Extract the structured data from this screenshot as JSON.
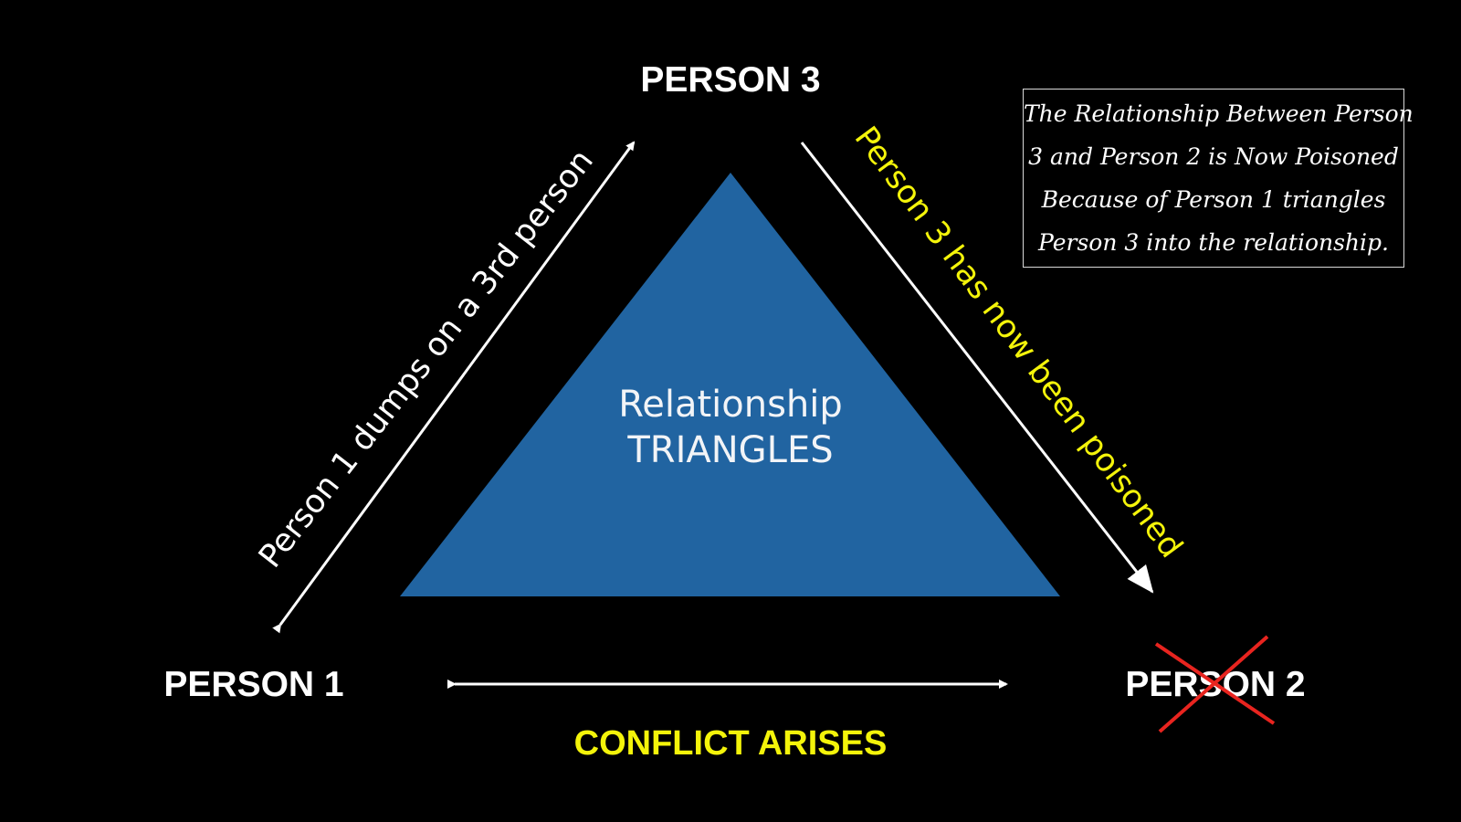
{
  "diagram": {
    "nodes": {
      "person3": "PERSON 3",
      "person1": "PERSON 1",
      "person2": "PERSON 2"
    },
    "center": {
      "line1": "Relationship",
      "line2": "TRIANGLES"
    },
    "edges": {
      "person1_to_person3": "Person 1 dumps on a 3rd person",
      "person3_to_person2": "Person 3 has now been poisoned",
      "person1_to_person2": "CONFLICT ARISES"
    },
    "note": {
      "lines": [
        "The Relationship Between Person",
        "3 and Person 2 is Now Poisoned",
        "Because of Person 1 triangles",
        "Person 3 into the relationship."
      ]
    }
  },
  "colors": {
    "background": "#000000",
    "triangle_fill": "#2164a1",
    "arrow": "#ffffff",
    "highlight_text": "#f4f40a",
    "cross_mark": "#e8241f"
  },
  "icons": {
    "person2_mark": "red-x-cross-icon"
  }
}
